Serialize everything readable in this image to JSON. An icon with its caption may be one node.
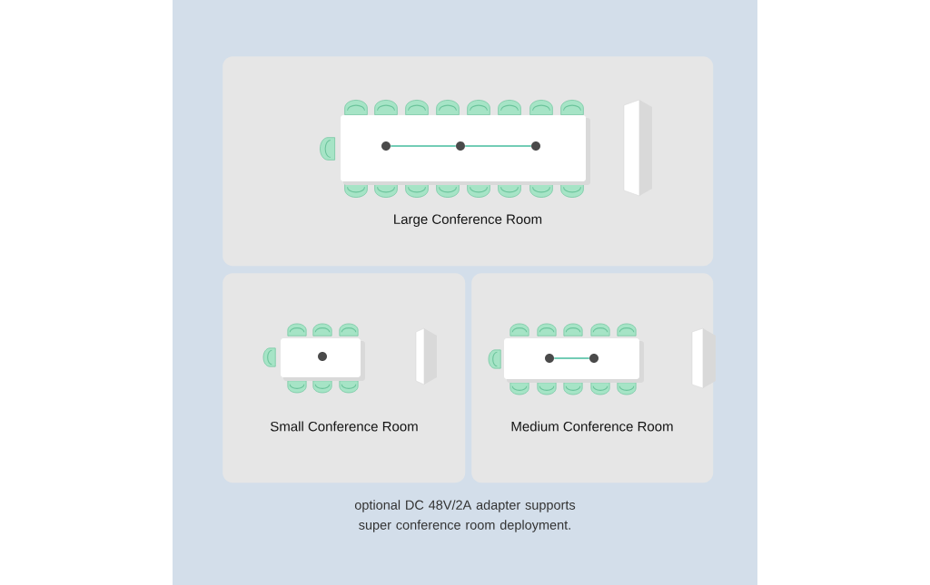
{
  "diagram": {
    "nodes": [
      {
        "text": [
          "Large Conference Room"
        ]
      },
      {
        "text": [],
        "shape": "circle",
        "in": 0
      },
      {
        "text": [],
        "shape": "circle",
        "in": 0
      },
      {
        "text": [],
        "shape": "circle",
        "in": 0
      },
      {
        "text": [
          "Small Conference Room"
        ]
      },
      {
        "text": [],
        "shape": "circle",
        "in": 4
      },
      {
        "text": [
          "Medium Conference Room"
        ]
      },
      {
        "text": [],
        "shape": "circle",
        "in": 6
      },
      {
        "text": [],
        "shape": "circle",
        "in": 6
      }
    ],
    "edges": [
      {
        "from": 1,
        "to": 2,
        "arrow": "none"
      },
      {
        "from": 2,
        "to": 3,
        "arrow": "none"
      },
      {
        "from": 7,
        "to": 8,
        "arrow": "none"
      }
    ],
    "caption": "optional DC 48V/2A adapter supports super conference room deployment."
  }
}
